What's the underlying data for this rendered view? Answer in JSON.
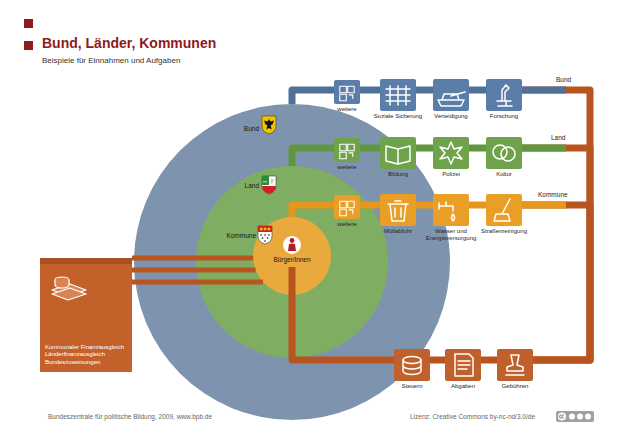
{
  "diagram": {
    "title": "Bund, Länder, Kommunen",
    "nodes": [
      {
        "text": [
          "Bund"
        ]
      },
      {
        "text": [
          "Land"
        ],
        "in": 0
      },
      {
        "text": [
          "Kommune"
        ],
        "in": 1
      },
      {
        "text": [
          "Bürger/innen"
        ],
        "in": 2
      },
      {
        "text": [
          "weitere"
        ]
      },
      {
        "text": [
          "Soziale Sicherung"
        ]
      },
      {
        "text": [
          "Verteidigung"
        ]
      },
      {
        "text": [
          "Forschung"
        ]
      },
      {
        "text": [
          "weitere"
        ]
      },
      {
        "text": [
          "Bildung"
        ]
      },
      {
        "text": [
          "Polizei"
        ]
      },
      {
        "text": [
          "Kultur"
        ]
      },
      {
        "text": [
          "weitere"
        ]
      },
      {
        "text": [
          "Müllabfuhr"
        ]
      },
      {
        "text": [
          "Wasser und Energieversorgung"
        ]
      },
      {
        "text": [
          "Straßenreinigung"
        ]
      },
      {
        "text": [
          "Kommunaler Finanzausgleich",
          "Länderfinanzausgleich",
          "Bundeszuweisungen"
        ]
      },
      {
        "text": [
          "Steuern"
        ]
      },
      {
        "text": [
          "Abgaben"
        ]
      },
      {
        "text": [
          "Gebühren"
        ]
      }
    ],
    "edges": [
      {
        "from": 0,
        "to": 4,
        "arrow": "none"
      },
      {
        "from": 4,
        "to": 5,
        "arrow": "none"
      },
      {
        "from": 5,
        "to": 6,
        "arrow": "none"
      },
      {
        "from": 6,
        "to": 7,
        "arrow": "none"
      },
      {
        "from": 1,
        "to": 8,
        "arrow": "none"
      },
      {
        "from": 8,
        "to": 9,
        "arrow": "none"
      },
      {
        "from": 9,
        "to": 10,
        "arrow": "none"
      },
      {
        "from": 10,
        "to": 11,
        "arrow": "none"
      },
      {
        "from": 2,
        "to": 12,
        "arrow": "none"
      },
      {
        "from": 12,
        "to": 13,
        "arrow": "none"
      },
      {
        "from": 13,
        "to": 14,
        "arrow": "none"
      },
      {
        "from": 14,
        "to": 15,
        "arrow": "none"
      },
      {
        "from": 16,
        "to": 2,
        "arrow": "none"
      },
      {
        "from": 3,
        "to": 17,
        "arrow": "none"
      },
      {
        "from": 17,
        "to": 18,
        "arrow": "none"
      },
      {
        "from": 18,
        "to": 19,
        "arrow": "none"
      },
      {
        "from": 19,
        "to": 7,
        "arrow": "none"
      },
      {
        "from": 19,
        "to": 11,
        "arrow": "none"
      },
      {
        "from": 19,
        "to": 15,
        "arrow": "none"
      }
    ],
    "labels": [
      "Beispiele für Einnahmen und Aufgaben",
      "Bund",
      "Land",
      "Kommune",
      "Bundeszentrale für politische Bildung, 2009, www.bpb.de",
      "Lizenz: Creative Commons by-nc-nd/3.0/de"
    ]
  }
}
